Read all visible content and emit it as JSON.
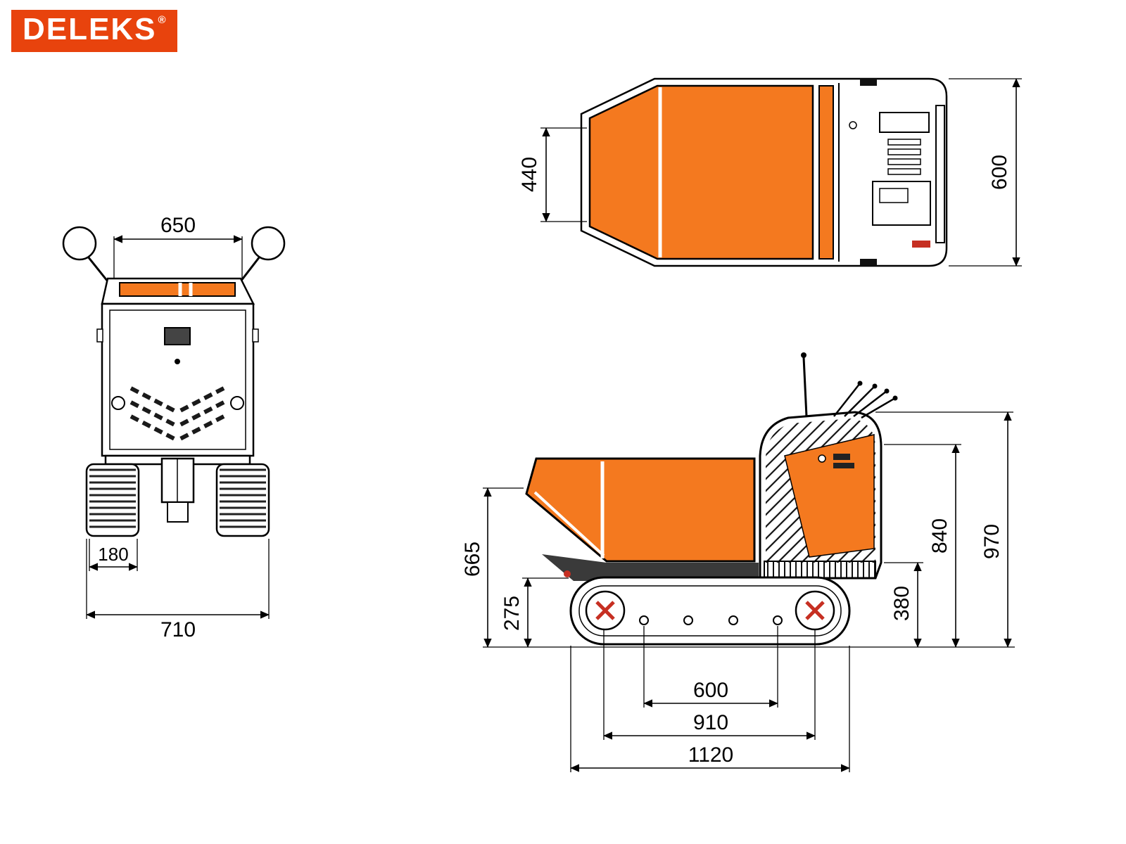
{
  "logo": {
    "text": "DELEKS",
    "reg": "®"
  },
  "colors": {
    "brand_red": "#E8430D",
    "machine_orange": "#F4791F",
    "accent_red": "#C62F22",
    "line": "#000000"
  },
  "front_view": {
    "dims": {
      "top_width": "650",
      "track_width": "180",
      "overall_width": "710"
    }
  },
  "top_view": {
    "dims": {
      "hopper_front_width": "440",
      "overall_width": "600"
    }
  },
  "side_view": {
    "dims": {
      "skip_height": "665",
      "track_height": "275",
      "body_height": "840",
      "overall_height": "970",
      "rear_height": "380",
      "roller_spacing": "600",
      "sprocket_spacing": "910",
      "overall_length": "1120"
    }
  }
}
